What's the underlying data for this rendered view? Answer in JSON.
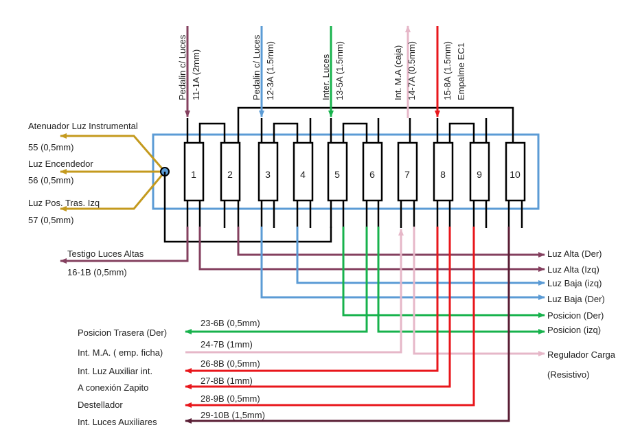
{
  "colors": {
    "black": "#000000",
    "box_border": "#5b9bd5",
    "gold": "#c49a1e",
    "purple": "#84405f",
    "blue": "#5b9bd5",
    "green": "#17b24c",
    "pink": "#e6b7c8",
    "red": "#e8161b",
    "maroon": "#5a1e35"
  },
  "fuses": [
    "1",
    "2",
    "3",
    "4",
    "5",
    "6",
    "7",
    "8",
    "9",
    "10"
  ],
  "top_inputs": [
    {
      "line1": "Pedalin c/ Luces",
      "line2": "11-1A (2mm)",
      "line3": "",
      "color": "purple"
    },
    {
      "line1": "Pedalin c/ Luces",
      "line2": "12-3A (1.5mm)",
      "line3": "",
      "color": "blue"
    },
    {
      "line1": "Inter. Luces",
      "line2": "13-5A (1.5mm)",
      "line3": "",
      "color": "green"
    },
    {
      "line1": "Int. M.A (caja)",
      "line2": "14-7A (0.5mm)",
      "line3": "",
      "color": "pink"
    },
    {
      "line1": "15-8A (1.5mm)",
      "line2": "Empalme EC1",
      "line3": "",
      "color": "red"
    }
  ],
  "left_outputs": [
    {
      "name": "Atenuador Luz Instrumental",
      "code": "55 (0,5mm)"
    },
    {
      "name": "Luz Encendedor",
      "code": "56 (0,5mm)"
    },
    {
      "name": "Luz Pos. Tras. Izq",
      "code": "57 (0,5mm)"
    }
  ],
  "testigo": {
    "name": "Testigo Luces Altas",
    "code": "16-1B (0,5mm)"
  },
  "right_outputs": [
    "Luz Alta (Der)",
    "Luz Alta (Izq)",
    "Luz Baja (izq)",
    "Luz Baja (Der)",
    "Posicion (Der)",
    "Posicion (izq)",
    "Regulador Carga",
    "(Resistivo)"
  ],
  "bottom_outputs": [
    {
      "name": "Posicion Trasera  (Der)",
      "code": "23-6B (0,5mm)"
    },
    {
      "name": "Int. M.A. ( emp. ficha)",
      "code": "24-7B (1mm)"
    },
    {
      "name": "Int. Luz Auxiliar int.",
      "code": "26-8B (0,5mm)"
    },
    {
      "name": "A conexión Zapito",
      "code": "27-8B (1mm)"
    },
    {
      "name": "Destellador",
      "code": "28-9B (0,5mm)"
    },
    {
      "name": "Int. Luces Auxiliares",
      "code": "29-10B (1,5mm)"
    }
  ]
}
